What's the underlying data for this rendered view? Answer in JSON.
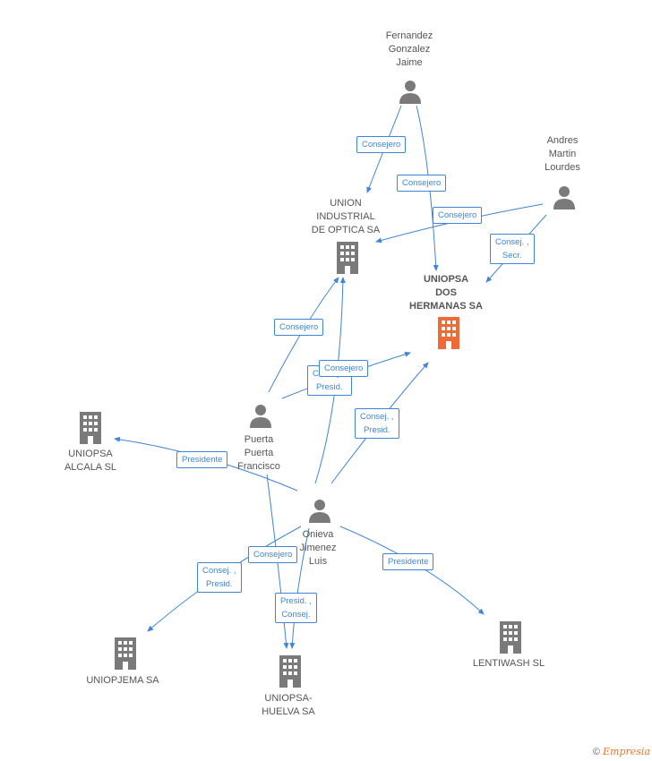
{
  "colors": {
    "edge": "#3f86d6",
    "company": "#7a7a7a",
    "focus_company": "#f06a35",
    "person": "#7a7a7a"
  },
  "nodes": {
    "fernandez": {
      "label": "Fernandez\nGonzalez\nJaime",
      "type": "person"
    },
    "andres": {
      "label": "Andres\nMartin\nLourdes",
      "type": "person"
    },
    "union": {
      "label": "UNION\nINDUSTRIAL\nDE OPTICA SA",
      "type": "company"
    },
    "uniopsa_dos": {
      "label": "UNIOPSA\nDOS\nHERMANAS SA",
      "type": "focus-company"
    },
    "puerta": {
      "label": "Puerta\nPuerta\nFrancisco",
      "type": "person"
    },
    "alcala": {
      "label": "UNIOPSA\nALCALA SL",
      "type": "company"
    },
    "onieva": {
      "label": "Onieva\nJimenez\nLuis",
      "type": "person"
    },
    "uniopjema": {
      "label": "UNIOPJEMA SA",
      "type": "company"
    },
    "huelva": {
      "label": "UNIOPSA-\nHUELVA SA",
      "type": "company"
    },
    "lentiwash": {
      "label": "LENTIWASH SL",
      "type": "company"
    }
  },
  "relations": {
    "fer_union": "Consejero",
    "fer_dos": "Consejero",
    "andres_union": "Consejero",
    "andres_dos": "Consej. ,\nSecr.",
    "puerta_union": "Consejero",
    "puerta_dos": "Consejero",
    "onieva_union": "Consej. ,\nPresid.",
    "onieva_dos": "Consej. ,\nPresid.",
    "onieva_alcala": "Presidente",
    "onieva_huelva": "Consejero",
    "onieva_uniopjema": "Consej. ,\nPresid.",
    "puerta_huelva": "Presid. ,\nConsej.",
    "onieva_lentiwash": "Presidente"
  },
  "footer": {
    "copyright": "©",
    "brand": "Empresia"
  }
}
